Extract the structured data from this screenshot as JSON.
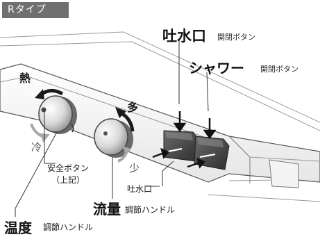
{
  "badge": "Rタイプ",
  "arrows": {
    "hot": "熱",
    "cold": "冷",
    "more": "多",
    "less": "少"
  },
  "labels": {
    "spout_button_title": "吐水口",
    "spout_button_sub": "開閉ボタン",
    "shower_button_title": "シャワー",
    "shower_button_sub": "開閉ボタン",
    "safety_button_line1": "安全ボタン",
    "safety_button_line2": "（上記）",
    "spout": "吐水口",
    "flow_title": "流量",
    "flow_sub": "調節ハンドル",
    "temp_title": "温度",
    "temp_sub": "調節ハンドル"
  },
  "colors": {
    "badge_bg": "#707070",
    "body_fill": "#f2f2f2",
    "outline": "#555555",
    "knob_dark": "#4a4a4a",
    "knob_light": "#f5f5f5"
  }
}
